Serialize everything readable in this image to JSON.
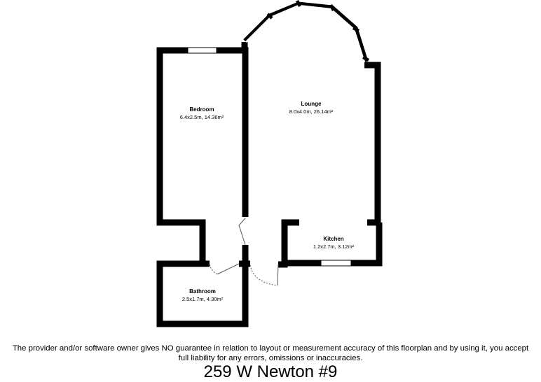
{
  "rooms": {
    "bedroom": {
      "name": "Bedroom",
      "dims": "6.4x2.5m, 14.36m²"
    },
    "lounge": {
      "name": "Lounge",
      "dims": "8.0x4.0m, 26.14m²"
    },
    "kitchen": {
      "name": "Kitchen",
      "dims": "1.2x2.7m, 3.12m²"
    },
    "bathroom": {
      "name": "Bathroom",
      "dims": "2.5x1.7m, 4.30m²"
    }
  },
  "disclaimer": {
    "line1": "The provider and/or software owner gives NO guarantee in relation to layout or measurement accuracy of this floorplan and by using it, you accept",
    "line2": "full liability for any errors, omissions or inaccuracies."
  },
  "title": "259 W Newton #9",
  "colors": {
    "wall": "#000000",
    "background": "#ffffff",
    "door": "#555555"
  }
}
